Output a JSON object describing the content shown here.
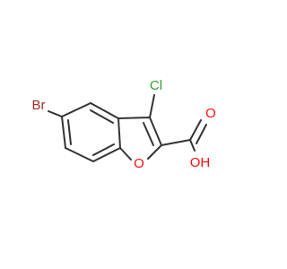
{
  "molecule": {
    "atoms": {
      "bromine": {
        "label": "Br",
        "color": "#a52a2a"
      },
      "chlorine": {
        "label": "Cl",
        "color": "#2e9c2e"
      },
      "carbonyl_oxygen": {
        "label": "O",
        "color": "#ff0d0d"
      },
      "furan_oxygen": {
        "label": "O",
        "color": "#ff0d0d"
      },
      "hydroxyl": {
        "label": "OH",
        "color": "#ff0d0d"
      }
    },
    "bond_color": "#333333"
  }
}
